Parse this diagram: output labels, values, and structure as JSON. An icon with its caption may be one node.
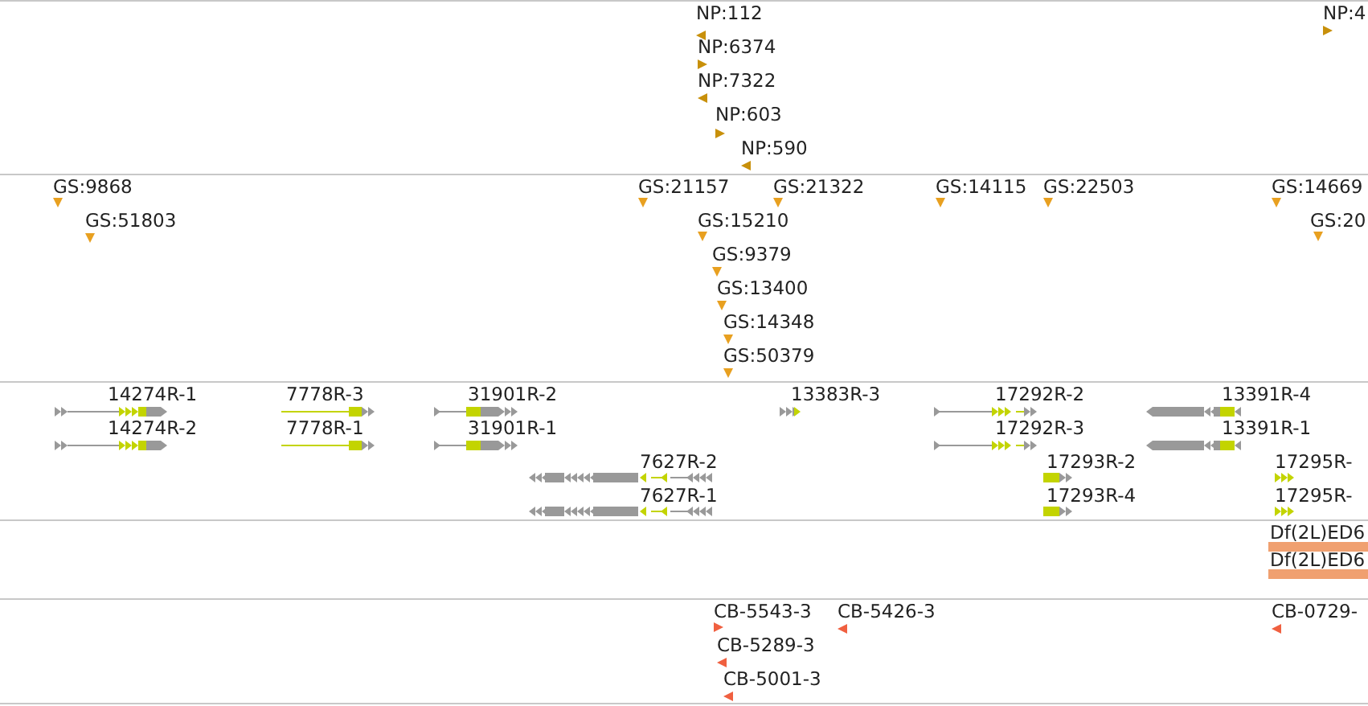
{
  "diagram": {
    "labels": [
      "NP:112",
      "NP:6374",
      "NP:7322",
      "NP:603",
      "NP:590",
      "NP:4",
      "GS:9868",
      "GS:21157",
      "GS:21322",
      "GS:14115",
      "GS:22503",
      "GS:14669",
      "GS:51803",
      "GS:15210",
      "GS:20",
      "GS:9379",
      "GS:13400",
      "GS:14348",
      "GS:50379",
      "14274R-1",
      "7778R-3",
      "31901R-2",
      "13383R-3",
      "17292R-2",
      "13391R-4",
      "14274R-2",
      "7778R-1",
      "31901R-1",
      "17292R-3",
      "13391R-1",
      "7627R-2",
      "17293R-2",
      "17295R-",
      "7627R-1",
      "17293R-4",
      "17295R-",
      "Df(2L)ED6",
      "Df(2L)ED6",
      "CB-5543-3",
      "CB-5426-3",
      "CB-0729-",
      "CB-5289-3",
      "CB-5001-3"
    ]
  }
}
